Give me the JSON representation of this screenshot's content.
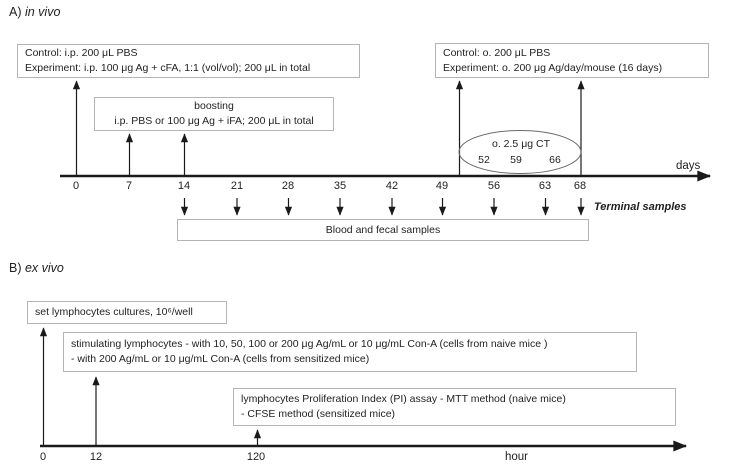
{
  "colors": {
    "line": "#1a1a1a",
    "box_border": "#b4b4b4",
    "text": "#1f1f1f"
  },
  "panel_a": {
    "title_prefix": "A)",
    "title_italic": "in vivo",
    "primary_box": {
      "line1": "Control: i.p. 200 μL PBS",
      "line2": "Experiment: i.p. 100 μg Ag + cFA, 1:1 (vol/vol); 200 μL in total"
    },
    "boosting_box": {
      "line1": "boosting",
      "line2": "i.p. PBS or 100 μg Ag + iFA; 200 μL in total"
    },
    "oral_box": {
      "line1": "Control: o. 200 μL PBS",
      "line2": "Experiment: o. 200 μg Ag/day/mouse (16 days)"
    },
    "ct_ellipse": {
      "label": "o. 2.5 μg CT",
      "days": [
        "52",
        "59",
        "66"
      ]
    },
    "axis_label": "days",
    "day_ticks": [
      "0",
      "7",
      "14",
      "21",
      "28",
      "35",
      "42",
      "49",
      "56",
      "63",
      "68"
    ],
    "samples_box": "Blood and fecal samples",
    "terminal_label": "Terminal samples"
  },
  "panel_b": {
    "title_prefix": "B)",
    "title_italic": "ex vivo",
    "culture_box": "set lymphocytes cultures, 10⁶/well",
    "stimulation_box": {
      "line1": "stimulating lymphocytes - with 10, 50, 100 or 200 μg Ag/mL or 10 μg/mL Con-A (cells from naive mice )",
      "line2": "- with 200 Ag/mL or 10 μg/mL Con-A (cells from sensitized mice)"
    },
    "assay_box": {
      "line1": "lymphocytes Proliferation Index (PI) assay - MTT method (naive mice)",
      "line2": "- CFSE method (sensitized mice)"
    },
    "axis_label": "hour",
    "hour_ticks": [
      "0",
      "12",
      "120"
    ]
  }
}
